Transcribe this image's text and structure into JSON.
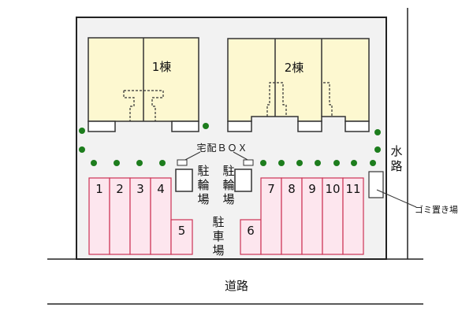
{
  "buildings": [
    {
      "label": "1棟"
    },
    {
      "label": "2棟"
    }
  ],
  "delivery_box": {
    "label": "宅配ＢＯＸ"
  },
  "bicycle_parking": {
    "label_chars": [
      "駐",
      "輪",
      "場"
    ]
  },
  "car_parking": {
    "label_chars": [
      "駐",
      "車",
      "場"
    ]
  },
  "parking_spaces": [
    "1",
    "2",
    "3",
    "4",
    "5",
    "6",
    "7",
    "8",
    "9",
    "10",
    "11"
  ],
  "waterway": {
    "label_chars": [
      "水",
      "路"
    ]
  },
  "garbage_area": {
    "label": "ゴミ置き場"
  },
  "road": {
    "label": "道路"
  },
  "colors": {
    "lot": "#f2f2f2",
    "building": "#fdf8d0",
    "parking": "#fde6ee",
    "parking_stroke": "#cc3355",
    "tree": "#1d7d1d"
  }
}
